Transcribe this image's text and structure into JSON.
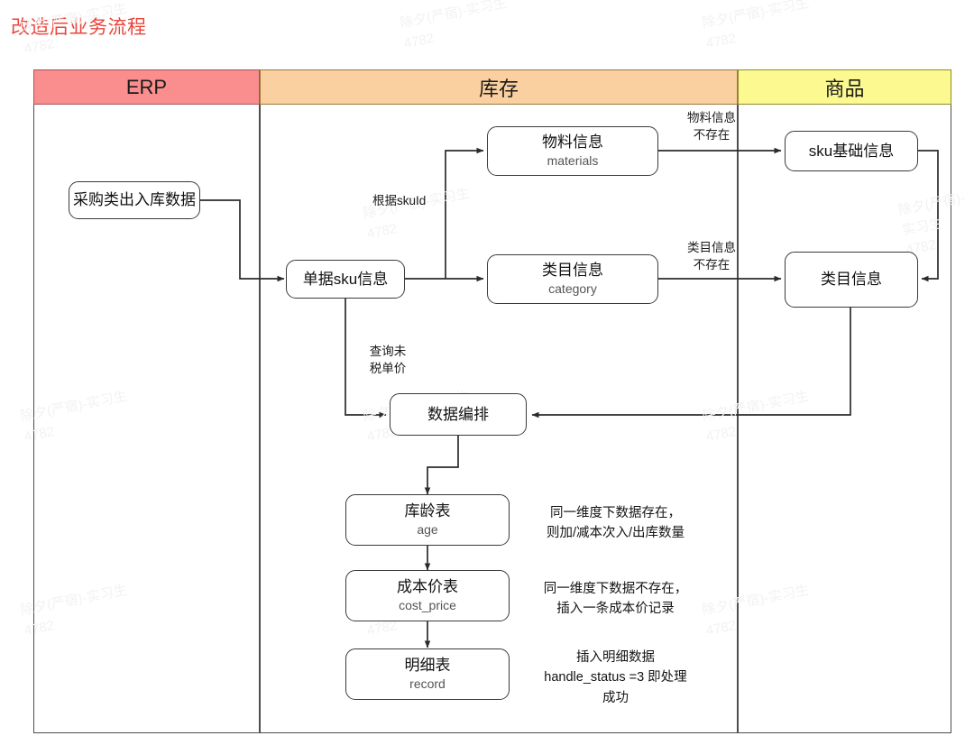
{
  "title": "改造后业务流程",
  "title_color": "#e8453c",
  "lanes": [
    {
      "id": "erp",
      "label": "ERP",
      "color": "#fa8e8e"
    },
    {
      "id": "stock",
      "label": "库存",
      "color": "#fbd0a0"
    },
    {
      "id": "goods",
      "label": "商品",
      "color": "#fbf98f"
    }
  ],
  "nodes": {
    "purchase_data": {
      "zh": "采购类出入库数据",
      "en": ""
    },
    "doc_sku_info": {
      "zh": "单据sku信息",
      "en": ""
    },
    "materials": {
      "zh": "物料信息",
      "en": "materials"
    },
    "category": {
      "zh": "类目信息",
      "en": "category"
    },
    "sku_base_info": {
      "zh": "sku基础信息",
      "en": ""
    },
    "goods_category": {
      "zh": "类目信息",
      "en": ""
    },
    "data_arrange": {
      "zh": "数据编排",
      "en": ""
    },
    "age_table": {
      "zh": "库龄表",
      "en": "age"
    },
    "cost_price": {
      "zh": "成本价表",
      "en": "cost_price"
    },
    "record": {
      "zh": "明细表",
      "en": "record"
    }
  },
  "edge_labels": {
    "by_skuid": "根据skuId",
    "materials_missing": "物料信息\n不存在",
    "category_missing": "类目信息\n不存在",
    "query_price": "查询未\n税单价"
  },
  "annotations": {
    "age": "同一维度下数据存在，\n则加/减本次入/出库数量",
    "cost": "同一维度下数据不存在，\n插入一条成本价记录",
    "record": "插入明细数据\nhandle_status =3 即处理\n成功"
  },
  "watermark": {
    "line1": "除夕(严宿)-实习生",
    "line2": "4782"
  }
}
